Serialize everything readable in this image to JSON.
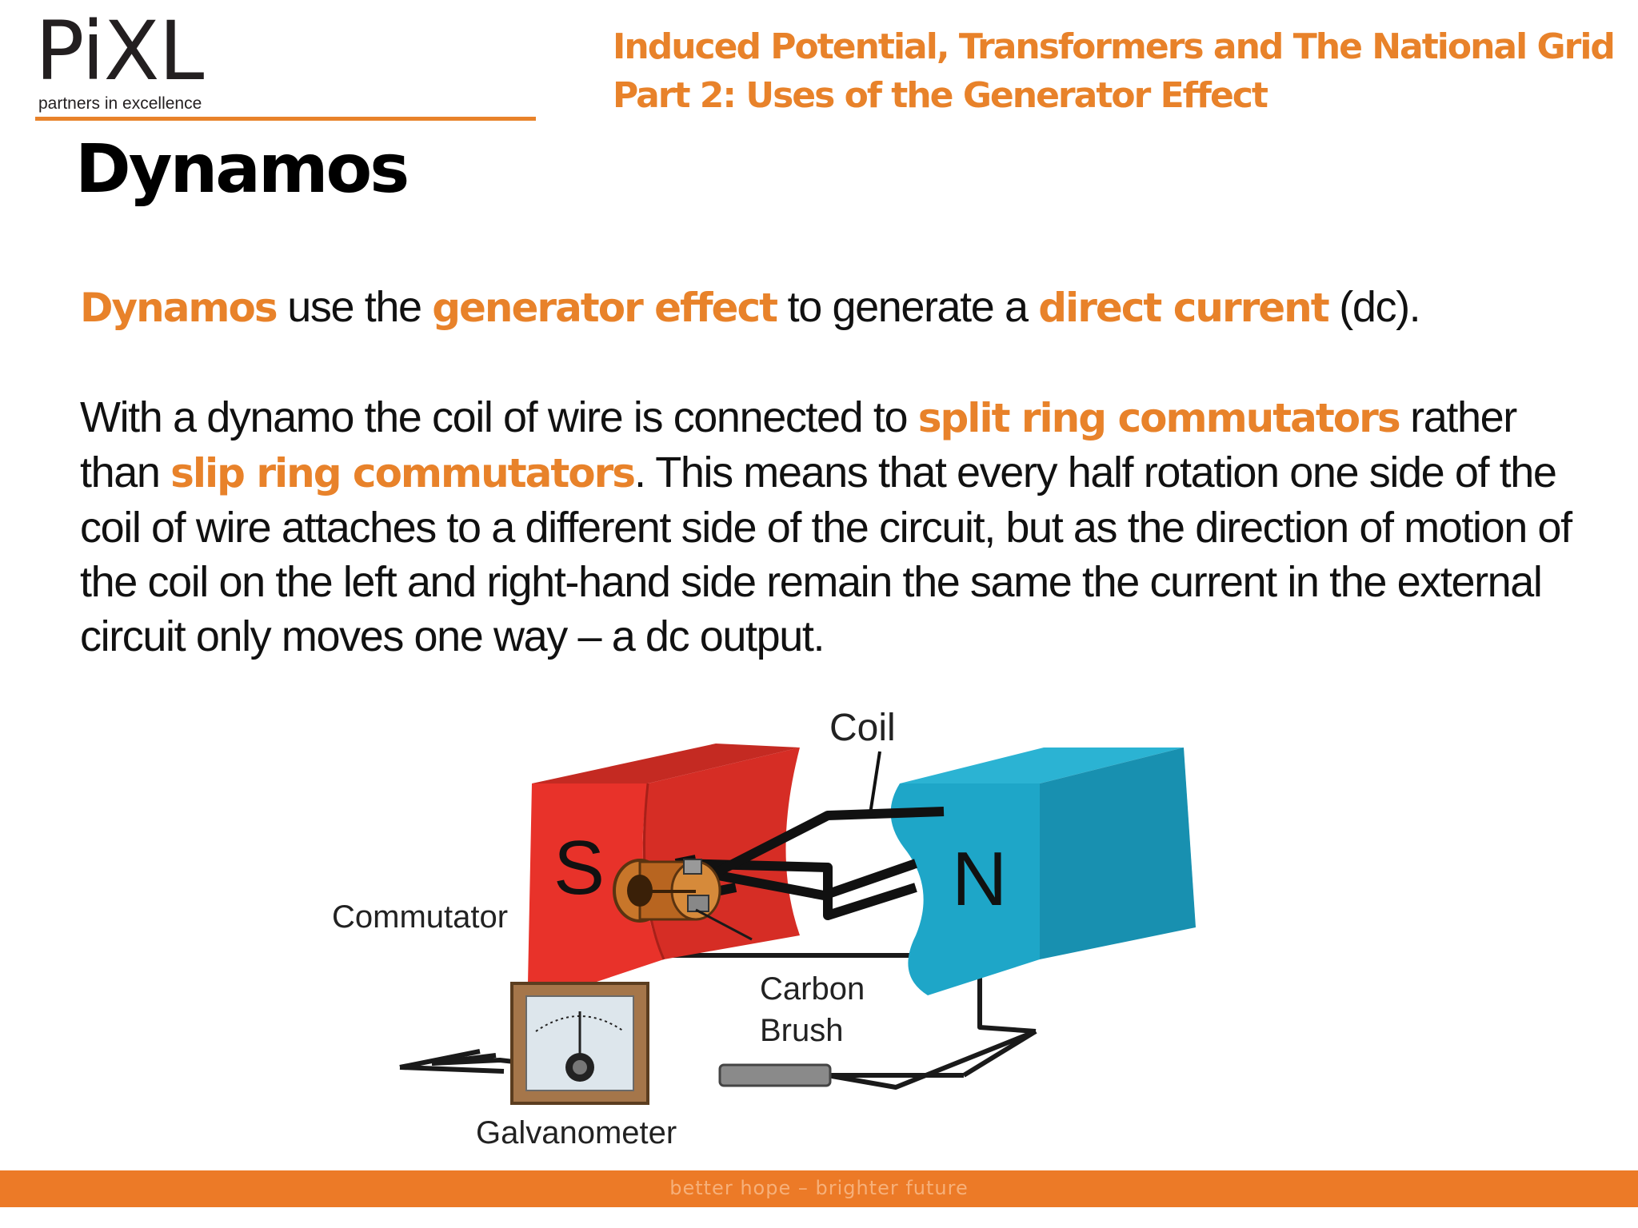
{
  "logo": {
    "word": "PiXL",
    "tagline": "partners in excellence"
  },
  "header": {
    "line1": "Induced Potential, Transformers and The National Grid",
    "line2": "Part 2: Uses of the Generator Effect"
  },
  "title": "Dynamos",
  "paragraph1": [
    {
      "text": "Dynamos",
      "highlight": true
    },
    {
      "text": " use the ",
      "highlight": false
    },
    {
      "text": "generator effect",
      "highlight": true
    },
    {
      "text": " to generate a ",
      "highlight": false
    },
    {
      "text": "direct current",
      "highlight": true
    },
    {
      "text": " (dc).",
      "highlight": false
    }
  ],
  "paragraph2": [
    {
      "text": "With a dynamo the coil of wire is connected to ",
      "highlight": false
    },
    {
      "text": "split ring commutators",
      "highlight": true
    },
    {
      "text": " rather than ",
      "highlight": false
    },
    {
      "text": "slip ring commutators",
      "highlight": true
    },
    {
      "text": ". This means that every half rotation one side of the coil of wire attaches to a different side of the circuit, but as the direction of motion of the coil on the left and right-hand side remain the same the current in the external circuit only moves one way – a dc output.",
      "highlight": false
    }
  ],
  "diagram": {
    "labels": {
      "coil": "Coil",
      "commutator": "Commutator",
      "carbon_brush_line1": "Carbon",
      "carbon_brush_line2": "Brush",
      "galvanometer": "Galvanometer",
      "south_pole": "S",
      "north_pole": "N"
    },
    "colors": {
      "south_magnet": "#e8322a",
      "north_magnet": "#1ea6c8",
      "commutator": "#c8762a"
    }
  },
  "footer": {
    "tagline": "better hope – brighter future"
  },
  "colors": {
    "accent": "#e8822a",
    "footer": "#ec7a27"
  }
}
